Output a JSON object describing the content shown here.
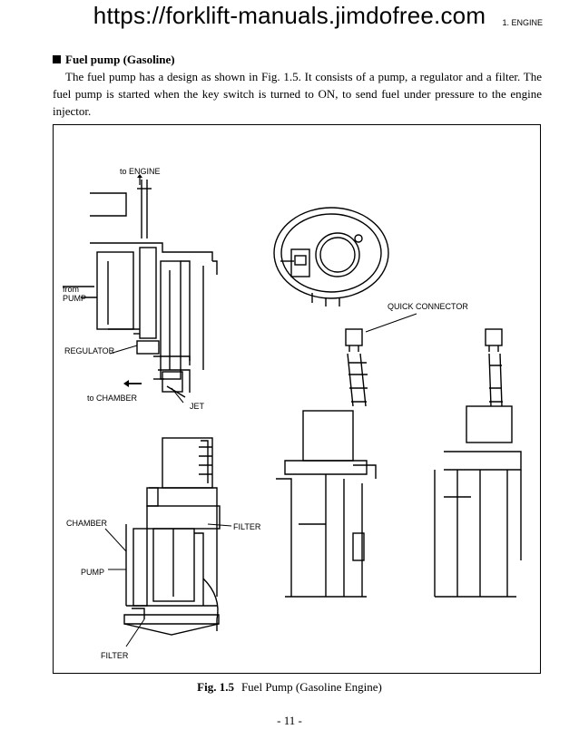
{
  "header": {
    "url": "https://forklift-manuals.jimdofree.com",
    "section": "1.  ENGINE"
  },
  "section_heading": "Fuel pump (Gasoline)",
  "paragraph": "The fuel pump has a design as shown in Fig. 1.5. It consists of a pump, a regulator and a filter. The fuel pump is started when the key switch is turned to ON, to send fuel under pressure to the engine injector.",
  "figure": {
    "labels": {
      "to_engine": "to ENGINE",
      "from": "from",
      "pump_in": "PUMP",
      "regulator": "REGULATOR",
      "to_chamber": "to CHAMBER",
      "jet": "JET",
      "quick_connector": "QUICK CONNECTOR",
      "chamber": "CHAMBER",
      "filter_right": "FILTER",
      "pump": "PUMP",
      "filter_bottom": "FILTER"
    },
    "caption_number": "Fig. 1.5",
    "caption_text": "Fuel Pump (Gasoline Engine)"
  },
  "page_number": "- 11 -"
}
